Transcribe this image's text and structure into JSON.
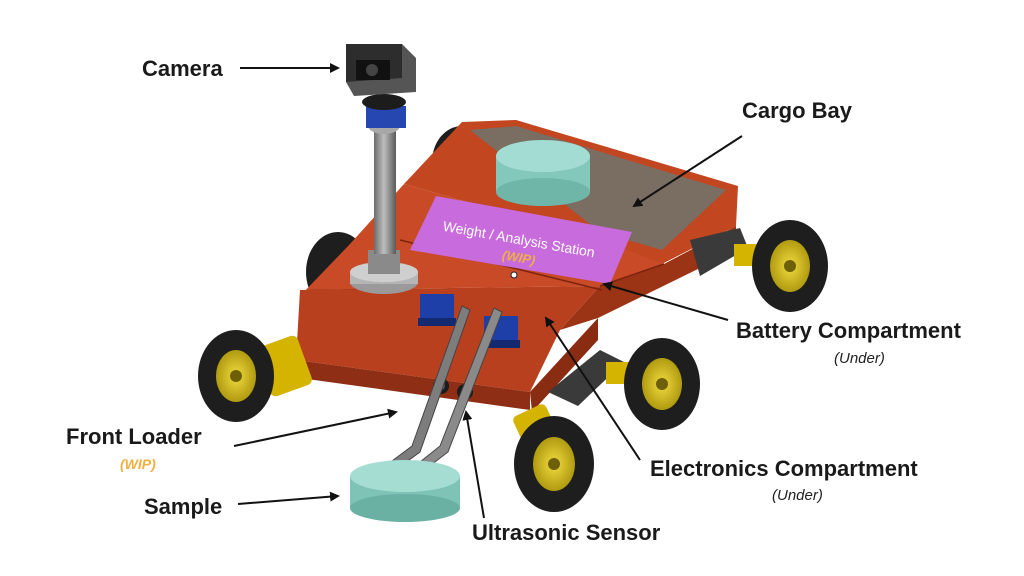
{
  "labels": {
    "camera": "Camera",
    "cargo_bay": "Cargo Bay",
    "battery": "Battery Compartment",
    "battery_note": "(Under)",
    "front_loader": "Front Loader",
    "front_loader_note": "(WIP)",
    "electronics": "Electronics Compartment",
    "electronics_note": "(Under)",
    "sample": "Sample",
    "ultrasonic": "Ultrasonic Sensor"
  },
  "panel": {
    "title": "Weight / Analysis Station",
    "note": "(WIP)"
  },
  "colors": {
    "body": "#b9401f",
    "body_dark": "#8e2e14",
    "body_top": "#c94a26",
    "panel": "#c86bdc",
    "wip": "#f0b040",
    "teal": "#8fd0c4",
    "wheel_rim": "#d8c020",
    "tire": "#1e1e1e",
    "servo": "#1f3fa8",
    "arrow": "#111111"
  }
}
